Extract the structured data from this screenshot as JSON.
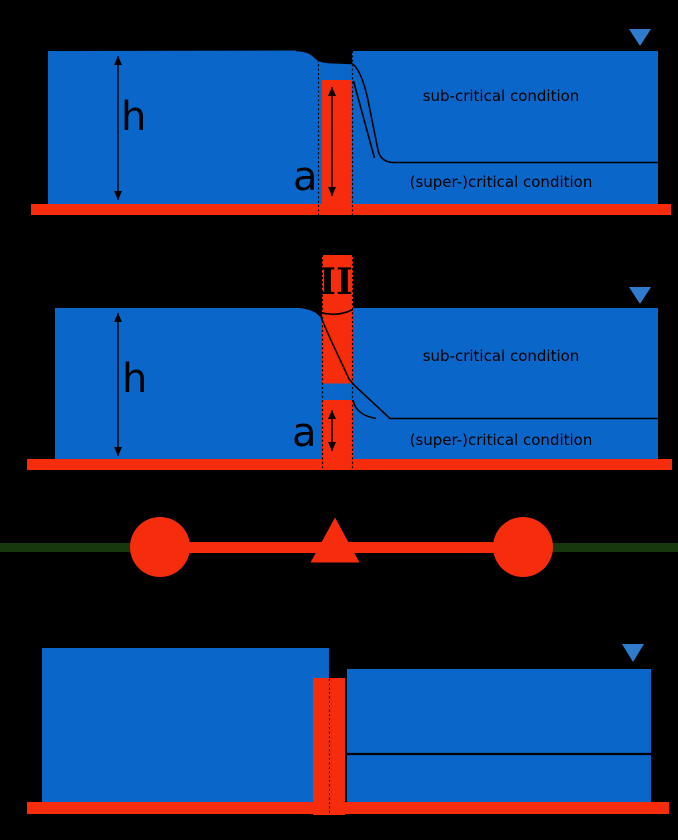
{
  "colors": {
    "background": "#000000",
    "water_blue": "#0A66C8",
    "marker_blue": "#2F7CCE",
    "structure_red": "#F62D0C",
    "datum_green": "#17380C"
  },
  "diagram_overflow": {
    "depth_label": "h",
    "gate_height_label": "a",
    "upper_regime": "sub-critical condition",
    "lower_regime": "(super-)critical condition"
  },
  "diagram_orifice": {
    "gate_number": "II",
    "depth_label": "h",
    "opening_label": "a",
    "upper_regime": "sub-critical condition",
    "lower_regime": "(super-)critical condition"
  }
}
